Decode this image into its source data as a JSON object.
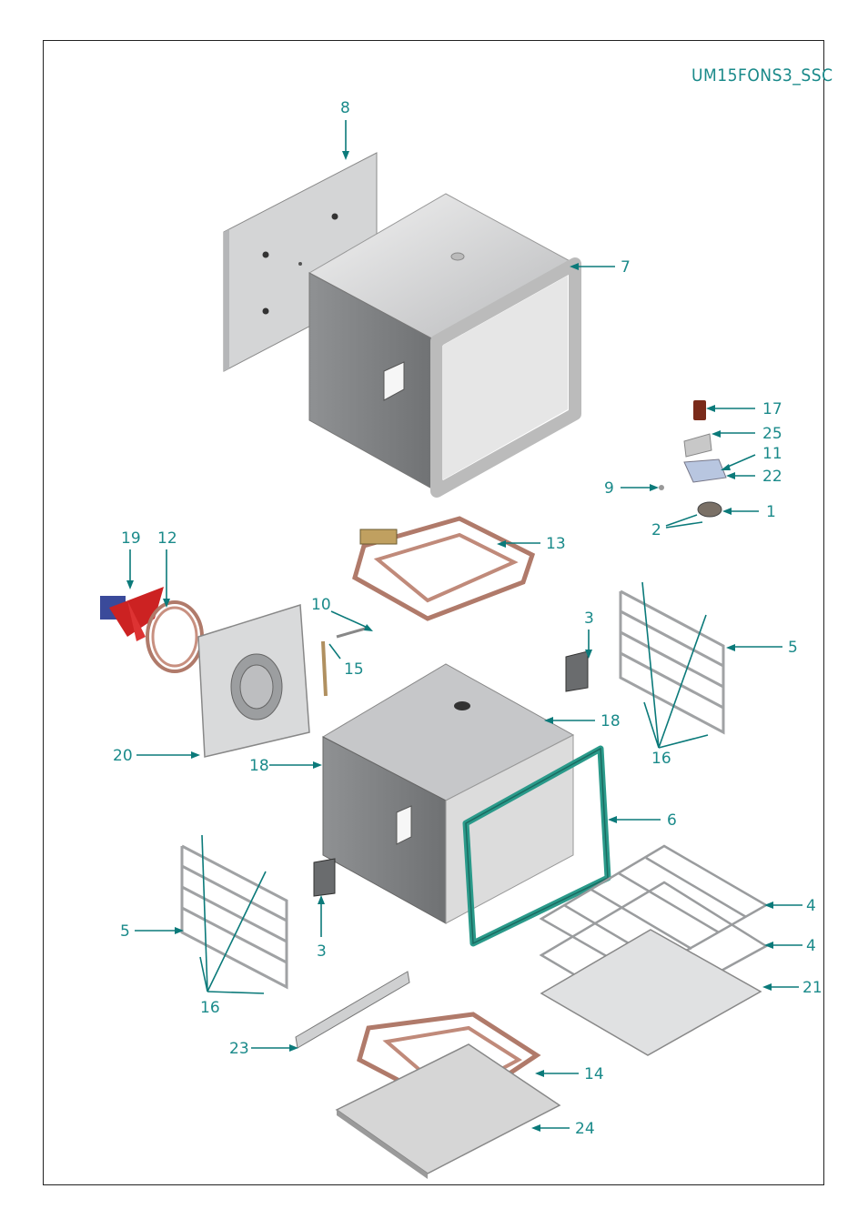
{
  "model_code": "UM15FONS3_SSC",
  "callouts": {
    "c1": "1",
    "c2": "2",
    "c3a": "3",
    "c3b": "3",
    "c4a": "4",
    "c4b": "4",
    "c5a": "5",
    "c5b": "5",
    "c6": "6",
    "c7": "7",
    "c8": "8",
    "c9": "9",
    "c10": "10",
    "c11": "11",
    "c12": "12",
    "c13": "13",
    "c14": "14",
    "c15": "15",
    "c16a": "16",
    "c16b": "16",
    "c17": "17",
    "c18a": "18",
    "c18b": "18",
    "c19": "19",
    "c20": "20",
    "c21": "21",
    "c22": "22",
    "c23": "23",
    "c24": "24",
    "c25": "25"
  },
  "colors": {
    "accent": "#1a8a8a",
    "frame": "#222222",
    "metal_light": "#d8d8d8",
    "metal_dark": "#8a8c8e",
    "heating_element": "#b07a6a",
    "gasket": "#2a9a8a",
    "fan_motor": "#cc2222"
  }
}
